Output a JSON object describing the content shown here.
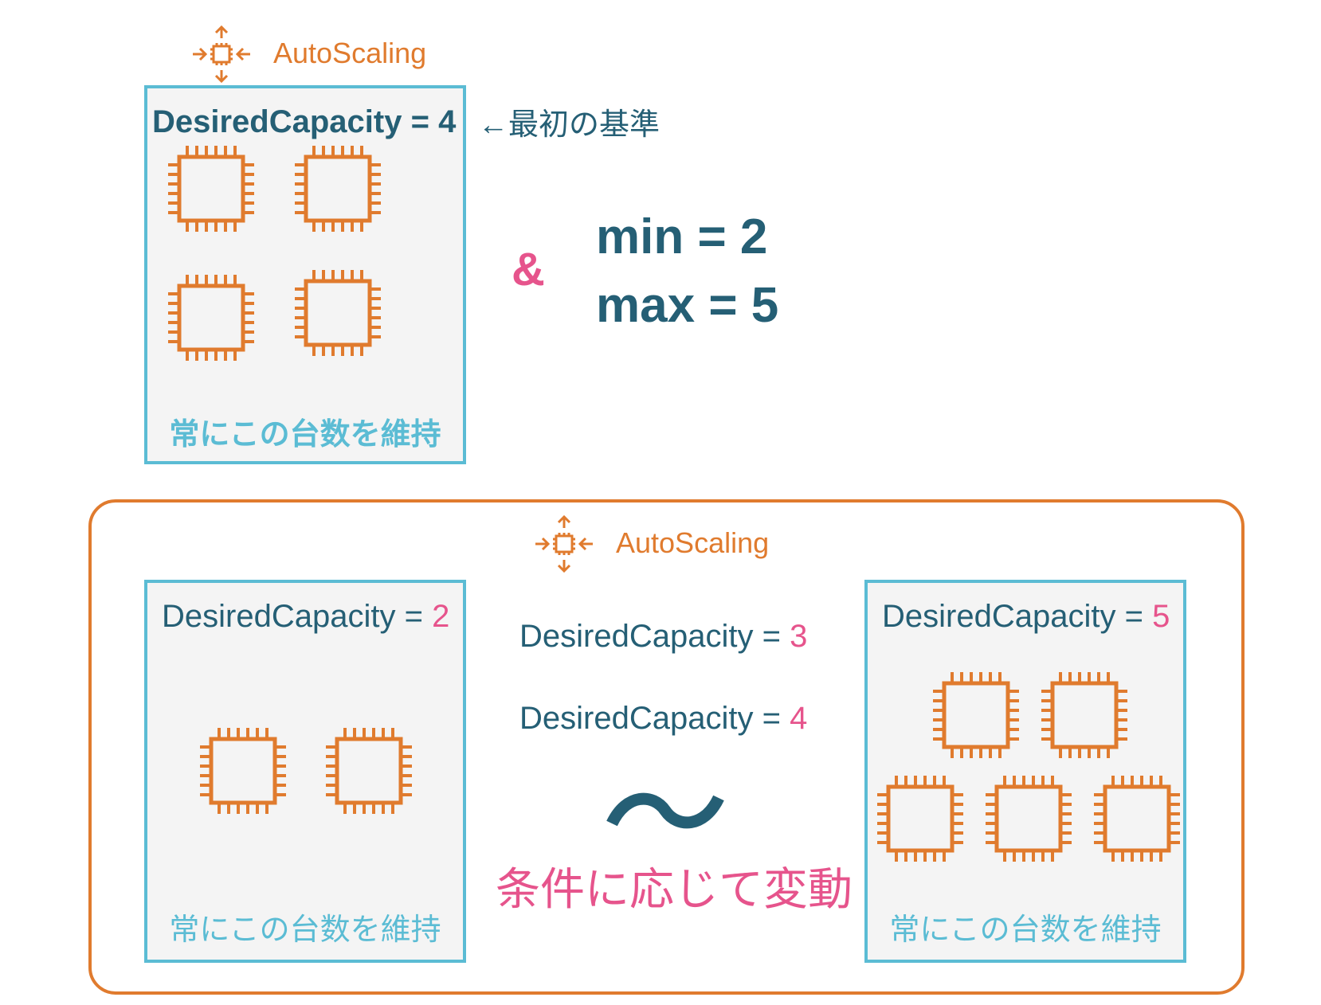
{
  "top": {
    "autoscaling_label": "AutoScaling",
    "desired_capacity": {
      "label": "DesiredCapacity",
      "eq": "=",
      "value": "4"
    },
    "annotation": "←最初の基準",
    "caption": "常にこの台数を維持",
    "chip_count": 4,
    "ampersand": "&",
    "min_label": "min = 2",
    "max_label": "max = 5"
  },
  "bottom": {
    "autoscaling_label": "AutoScaling",
    "left_panel": {
      "desired_capacity": {
        "label": "DesiredCapacity",
        "eq": "=",
        "value": "2"
      },
      "caption": "常にこの台数を維持",
      "chip_count": 2
    },
    "middle": {
      "dc3": {
        "label": "DesiredCapacity",
        "eq": "=",
        "value": "3"
      },
      "dc4": {
        "label": "DesiredCapacity",
        "eq": "=",
        "value": "4"
      },
      "tilde": "〜",
      "condition_text": "条件に応じて変動"
    },
    "right_panel": {
      "desired_capacity": {
        "label": "DesiredCapacity",
        "eq": "=",
        "value": "5"
      },
      "caption": "常にこの台数を維持",
      "chip_count": 5
    }
  },
  "colors": {
    "orange": "#e07b2e",
    "cyan": "#5bbcd4",
    "navy": "#255f75",
    "pink": "#e6548c",
    "panel_bg": "#f4f4f4"
  },
  "icons": {
    "autoscaling": "autoscaling-icon",
    "instance": "ec2-instance-chip-icon"
  }
}
